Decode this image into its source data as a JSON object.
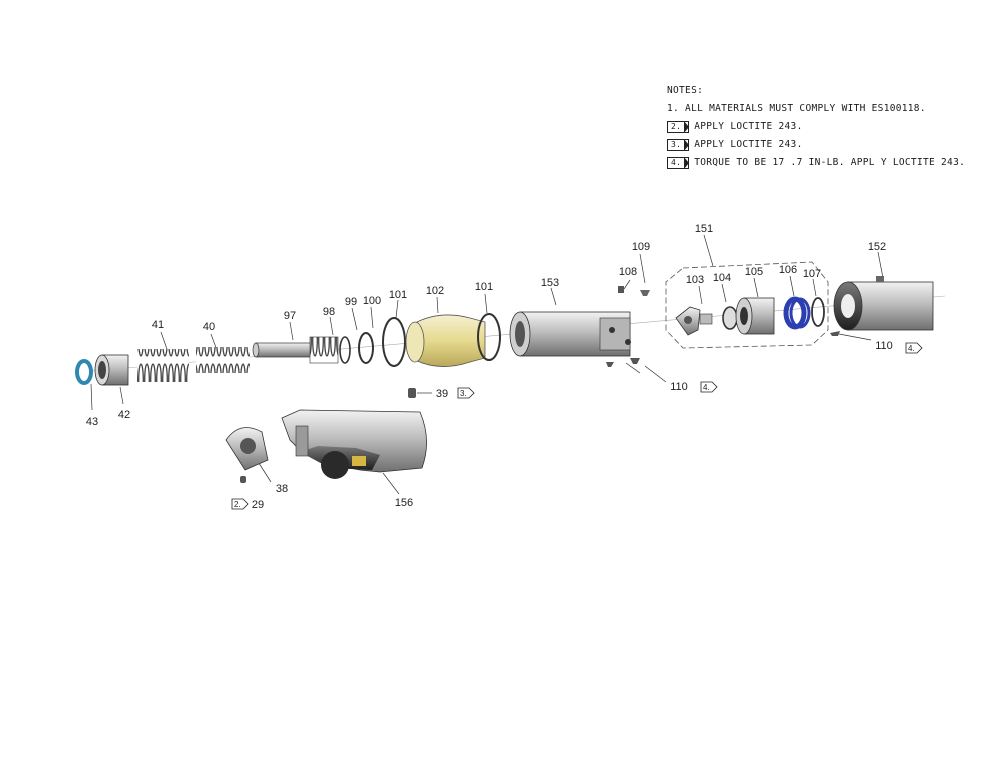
{
  "notes": {
    "title": "NOTES:",
    "items": [
      {
        "flag": "",
        "text": "1. ALL MATERIALS MUST COMPLY WITH ES100118."
      },
      {
        "flag": "2.",
        "text": "APPLY LOCTITE 243."
      },
      {
        "flag": "3.",
        "text": "APPLY LOCTITE 243."
      },
      {
        "flag": "4.",
        "text": "TORQUE TO BE 17  .7 IN-LB. APPL   Y LOCTITE 243."
      }
    ]
  },
  "callouts": {
    "p43": "43",
    "p42": "42",
    "p41": "41",
    "p40": "40",
    "p97": "97",
    "p98": "98",
    "p99": "99",
    "p100": "100",
    "p101a": "101",
    "p102": "102",
    "p101b": "101",
    "p153": "153",
    "p108": "108",
    "p109": "109",
    "p151": "151",
    "p103": "103",
    "p104": "104",
    "p105": "105",
    "p106": "106",
    "p107": "107",
    "p152": "152",
    "p110a": "110",
    "p110b": "110",
    "p39": "39",
    "p38": "38",
    "p29": "29",
    "p156": "156"
  },
  "flags": {
    "f3": "3.",
    "f4a": "4.",
    "f4b": "4.",
    "f2": "2."
  },
  "colors": {
    "yellow_sleeve": "#ece3ad",
    "blue_oring": "#4aa7c9",
    "blue_seal": "#2b3fb0",
    "metal": "#c9c9c9",
    "dark": "#2c2c2c",
    "label_tag": "#d6b640"
  }
}
